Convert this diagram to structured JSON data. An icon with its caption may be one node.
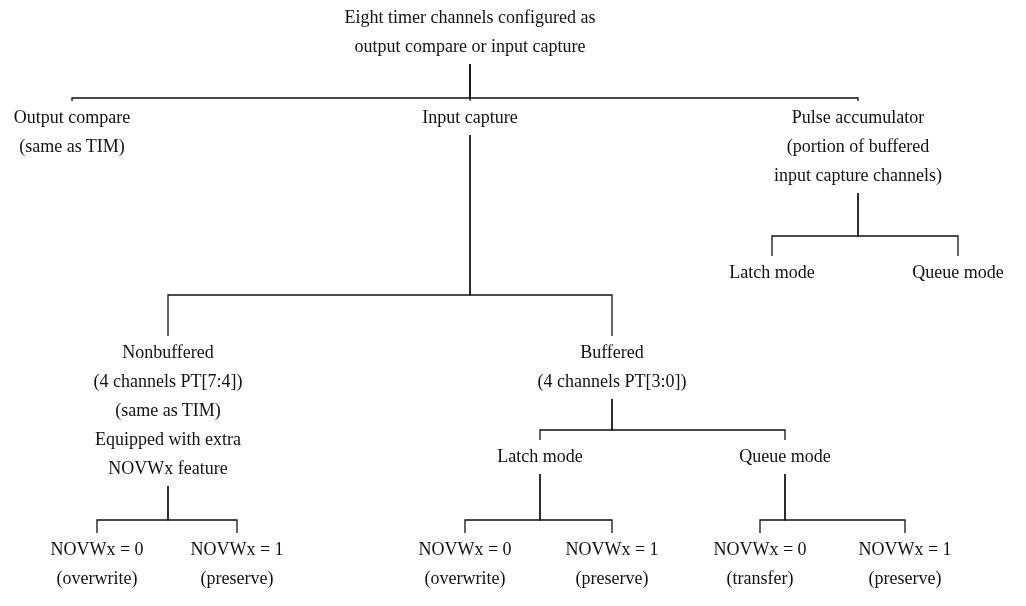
{
  "diagram": {
    "nodes": [
      {
        "text": [
          "Eight timer channels configured as output compare or input capture"
        ]
      },
      {
        "text": [
          "Output compare (same as TIM)"
        ]
      },
      {
        "text": [
          "Input capture"
        ]
      },
      {
        "text": [
          "Pulse accumulator",
          "(portion of buffered input capture channels)"
        ]
      },
      {
        "text": [
          "Latch mode"
        ]
      },
      {
        "text": [
          "Queue mode"
        ]
      },
      {
        "text": [
          "Nonbuffered",
          "(4 channels PT[7:4])",
          "(same as TIM)",
          "Equipped with extra NOVWx feature"
        ]
      },
      {
        "text": [
          "Buffered",
          "(4 channels PT[3:0])"
        ]
      },
      {
        "text": [
          "Latch mode"
        ]
      },
      {
        "text": [
          "Queue mode"
        ]
      },
      {
        "text": [
          "NOVWx = 0 (overwrite)"
        ]
      },
      {
        "text": [
          "NOVWx = 1 (preserve)"
        ]
      },
      {
        "text": [
          "NOVWx = 0 (overwrite)"
        ]
      },
      {
        "text": [
          "NOVWx = 1 (preserve)"
        ]
      },
      {
        "text": [
          "NOVWx = 0 (transfer)"
        ]
      },
      {
        "text": [
          "NOVWx = 1 (preserve)"
        ]
      }
    ],
    "edges": [
      {
        "from": 0,
        "to": 1,
        "arrow": "none"
      },
      {
        "from": 0,
        "to": 2,
        "arrow": "none"
      },
      {
        "from": 0,
        "to": 3,
        "arrow": "none"
      },
      {
        "from": 3,
        "to": 4,
        "arrow": "none"
      },
      {
        "from": 3,
        "to": 5,
        "arrow": "none"
      },
      {
        "from": 2,
        "to": 6,
        "arrow": "none"
      },
      {
        "from": 2,
        "to": 7,
        "arrow": "none"
      },
      {
        "from": 7,
        "to": 8,
        "arrow": "none"
      },
      {
        "from": 7,
        "to": 9,
        "arrow": "none"
      },
      {
        "from": 6,
        "to": 10,
        "arrow": "none"
      },
      {
        "from": 6,
        "to": 11,
        "arrow": "none"
      },
      {
        "from": 8,
        "to": 12,
        "arrow": "none"
      },
      {
        "from": 8,
        "to": 13,
        "arrow": "none"
      },
      {
        "from": 9,
        "to": 14,
        "arrow": "none"
      },
      {
        "from": 9,
        "to": 15,
        "arrow": "none"
      }
    ]
  }
}
